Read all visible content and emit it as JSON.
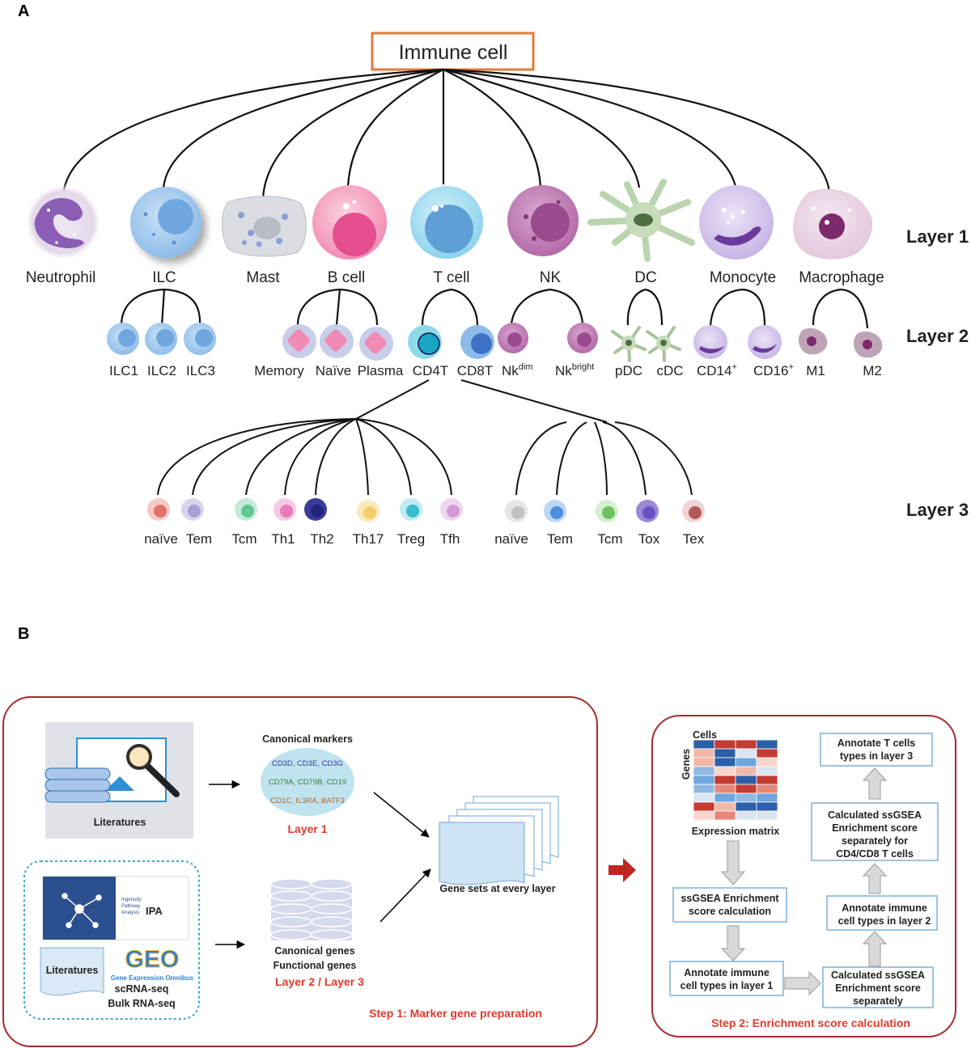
{
  "panel_a": {
    "label": "A",
    "root": "Immune cell",
    "layer_labels": [
      "Layer 1",
      "Layer 2",
      "Layer 3"
    ],
    "layer1": [
      "Neutrophil",
      "ILC",
      "Mast",
      "B cell",
      "T cell",
      "NK",
      "DC",
      "Monocyte",
      "Macrophage"
    ],
    "layer2": {
      "ilc": [
        "ILC1",
        "ILC2",
        "ILC3"
      ],
      "b": [
        "Memory",
        "Naïve",
        "Plasma"
      ],
      "t": [
        "CD4T",
        "CD8T"
      ],
      "nk": [
        {
          "base": "Nk",
          "sup": "dim"
        },
        {
          "base": "Nk",
          "sup": "bright"
        }
      ],
      "dc": [
        "pDC",
        "cDC"
      ],
      "mono": [
        {
          "base": "CD14",
          "sup": "+"
        },
        {
          "base": "CD16",
          "sup": "+"
        }
      ],
      "mac": [
        "M1",
        "M2"
      ]
    },
    "layer3": {
      "cd4": [
        "naïve",
        "Tem",
        "Tcm",
        "Th1",
        "Th2",
        "Th17",
        "Treg",
        "Tfh"
      ],
      "cd8": [
        "naïve",
        "Tem",
        "Tcm",
        "Tox",
        "Tex"
      ]
    }
  },
  "panel_b": {
    "label": "B",
    "step1": {
      "title": "Step 1: Marker gene preparation",
      "literatures_top": "Literatures",
      "canonical_markers": "Canonical markers",
      "marker_lines": [
        "CD3D, CD3E, CD3G",
        "CD79A, CD79B, CD19",
        "CD1C, IL3RA, BATF3"
      ],
      "layer1": "Layer 1",
      "ipa_text": "IPA",
      "ipa_small": [
        "Ingenuity",
        "Pathway",
        "Analysis"
      ],
      "literatures_bottom": "Literatures",
      "geo_logo": "GEO",
      "geo_sub": "Gene Expression Omnibus",
      "seq_lines": [
        "scRNA-seq",
        "Bulk RNA-seq"
      ],
      "canonical_genes": "Canonical genes",
      "functional_genes": "Functional genes",
      "layer23": "Layer 2 / Layer 3",
      "gene_sets": "Gene sets at every layer"
    },
    "step2": {
      "title": "Step 2: Enrichment score calculation",
      "cells": "Cells",
      "genes": "Genes",
      "expression_matrix": "Expression matrix",
      "box_ssgsea": [
        "ssGSEA Enrichment",
        "score calculation"
      ],
      "box_annot1": [
        "Annotate immune",
        "cell types in layer 1"
      ],
      "box_calc_sep": [
        "Calculated ssGSEA",
        "Enrichment score",
        "separately"
      ],
      "box_annot2": [
        "Annotate immune",
        "cell types in layer 2"
      ],
      "box_calc_cd": [
        "Calculated ssGSEA",
        "Enrichment score",
        "separately for",
        "CD4/CD8 T cells"
      ],
      "box_annot3": [
        "Annotate T cells",
        "types in layer 3"
      ]
    }
  },
  "colors": {
    "root_border": "#e07b3c",
    "step_border": "#a52a2a",
    "step_text": "#e03a2e",
    "dashed_border": "#3aa7d9",
    "box_border": "#7fb0d8",
    "matrix_red": "#c43b33",
    "matrix_blue": "#2c5fa8"
  }
}
